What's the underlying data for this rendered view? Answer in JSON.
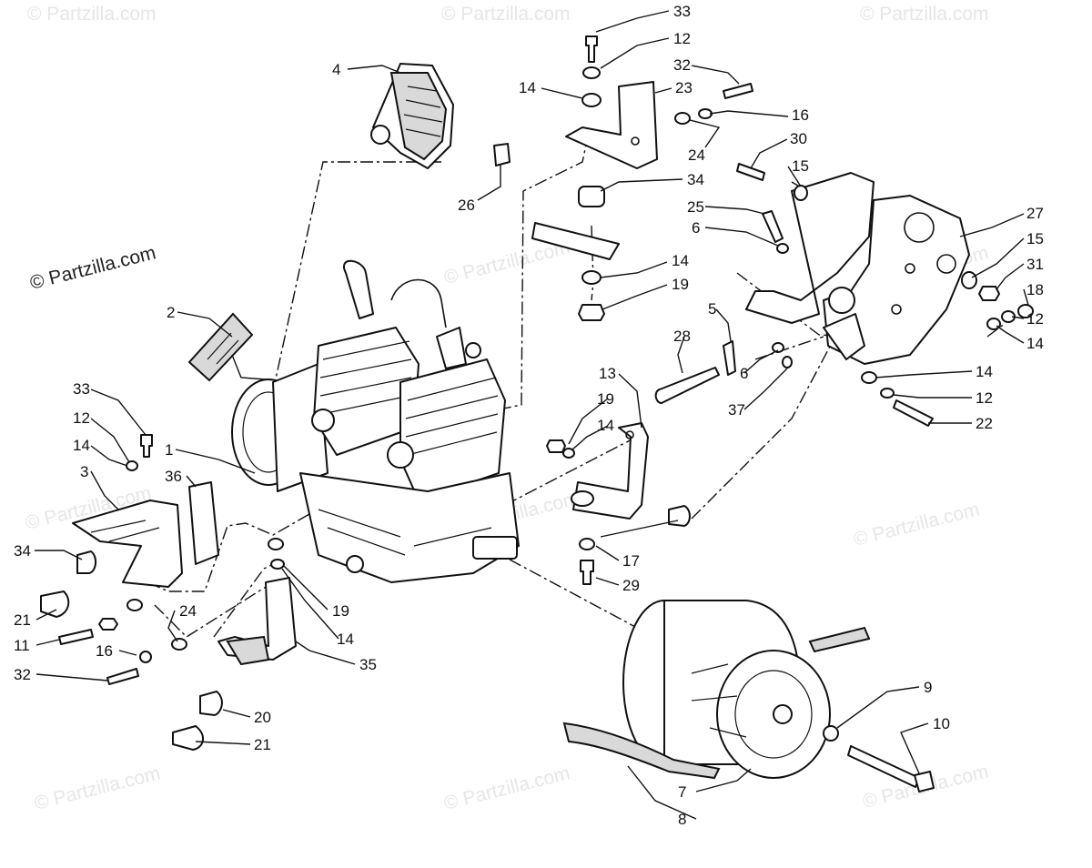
{
  "credit": "© Partzilla.com",
  "watermark": "© Partzilla.com",
  "colors": {
    "ink": "#111111",
    "paper": "#ffffff",
    "watermark": "#e6e6e6",
    "fill": "#d9d9d9"
  },
  "callouts": [
    "33",
    "12",
    "32",
    "14",
    "23",
    "16",
    "24",
    "30",
    "15",
    "4",
    "26",
    "34",
    "25",
    "6",
    "27",
    "14",
    "19",
    "15",
    "31",
    "18",
    "12",
    "14",
    "5",
    "28",
    "6",
    "37",
    "14",
    "12",
    "22",
    "2",
    "13",
    "19",
    "14",
    "33",
    "12",
    "14",
    "1",
    "36",
    "3",
    "34",
    "17",
    "29",
    "21",
    "11",
    "16",
    "32",
    "24",
    "19",
    "14",
    "35",
    "20",
    "21",
    "9",
    "10",
    "7",
    "8"
  ]
}
